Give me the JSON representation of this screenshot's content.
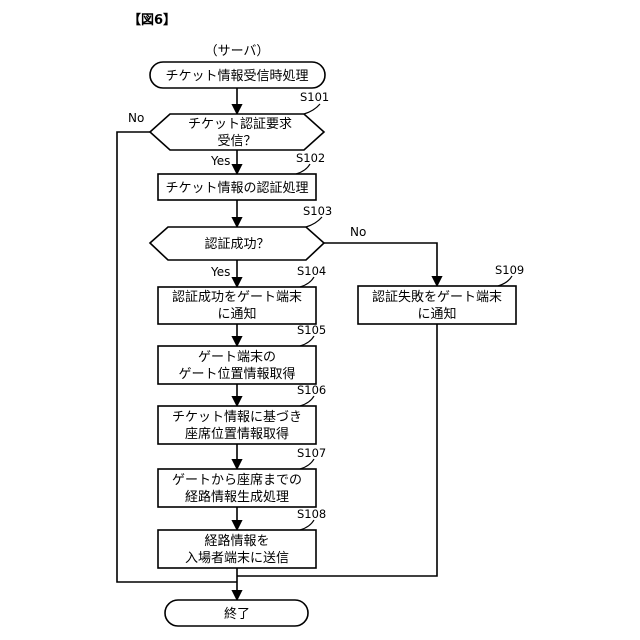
{
  "figure_label": "【図6】",
  "actor": "（サーバ）",
  "nodes": {
    "start": [
      "チケット情報受信時処理"
    ],
    "s101": [
      "チケット認証要求",
      "受信？"
    ],
    "s102": [
      "チケット情報の認証処理"
    ],
    "s103": [
      "認証成功？"
    ],
    "s104": [
      "認証成功をゲート端末",
      "に通知"
    ],
    "s105": [
      "ゲート端末の",
      "ゲート位置情報取得"
    ],
    "s106": [
      "チケット情報に基づき",
      "座席位置情報取得"
    ],
    "s107": [
      "ゲートから座席までの",
      "経路情報生成処理"
    ],
    "s108": [
      "経路情報を",
      "入場者端末に送信"
    ],
    "s109": [
      "認証失敗をゲート端末",
      "に通知"
    ],
    "end": [
      "終了"
    ]
  },
  "step_ids": {
    "s101": "S101",
    "s102": "S102",
    "s103": "S103",
    "s104": "S104",
    "s105": "S105",
    "s106": "S106",
    "s107": "S107",
    "s108": "S108",
    "s109": "S109"
  },
  "branch_labels": {
    "s101_yes": "Yes",
    "s101_no": "No",
    "s103_yes": "Yes",
    "s103_no": "No"
  }
}
